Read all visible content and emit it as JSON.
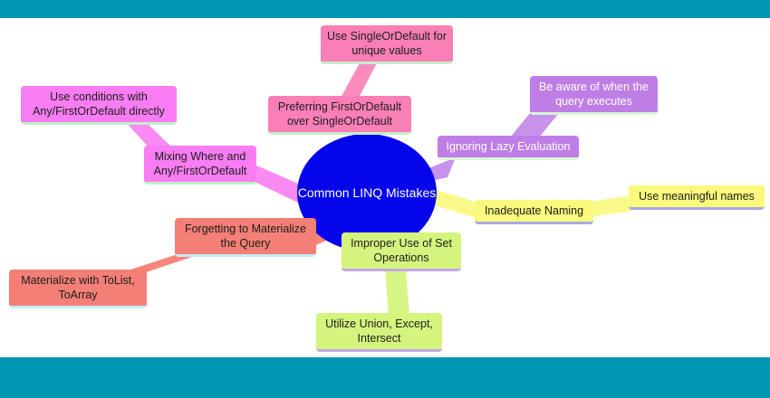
{
  "title": "Common LINQ Mistakes",
  "palette": {
    "banner_teal": "#0097B2",
    "canvas_white": "#FFFFFF",
    "center_fill": "#0505EB",
    "center_text": "#FFFFFF",
    "node_text_dark": "#1D1D1D"
  },
  "center": {
    "label": "Common LINQ Mistakes"
  },
  "branches": [
    {
      "name": "first-vs-single",
      "box_color": "#F97FB6",
      "accent_color": "#C3EFC9",
      "text_color": "#1D1D1D",
      "primary": "Preferring FirstOrDefault over SingleOrDefault",
      "secondary": "Use SingleOrDefault for unique values"
    },
    {
      "name": "where-any",
      "box_color": "#F87DF2",
      "accent_color": "#C3EFC9",
      "text_color": "#1D1D1D",
      "primary": "Mixing Where and Any/FirstOrDefault",
      "secondary": "Use conditions with Any/FirstOrDefault directly"
    },
    {
      "name": "lazy-evaluation",
      "box_color": "#BE7EE6",
      "accent_color": "#D8F6D2",
      "text_color": "#FFFFFF",
      "primary": "Ignoring Lazy Evaluation",
      "secondary": "Be aware of when the query executes"
    },
    {
      "name": "naming",
      "box_color": "#FAF97D",
      "accent_color": "#A8A8E6",
      "text_color": "#1D1D1D",
      "primary": "Inadequate Naming",
      "secondary": "Use meaningful names"
    },
    {
      "name": "materialization",
      "box_color": "#F47F76",
      "accent_color": "#C6EDF9",
      "text_color": "#1D1D1D",
      "primary": "Forgetting to Materialize the Query",
      "secondary": "Materialize with ToList, ToArray"
    },
    {
      "name": "set-operations",
      "box_color": "#D5F47E",
      "accent_color": "#C4A7E7",
      "text_color": "#1D1D1D",
      "primary": "Improper Use of Set Operations",
      "secondary": "Utilize Union, Except, Intersect"
    }
  ]
}
